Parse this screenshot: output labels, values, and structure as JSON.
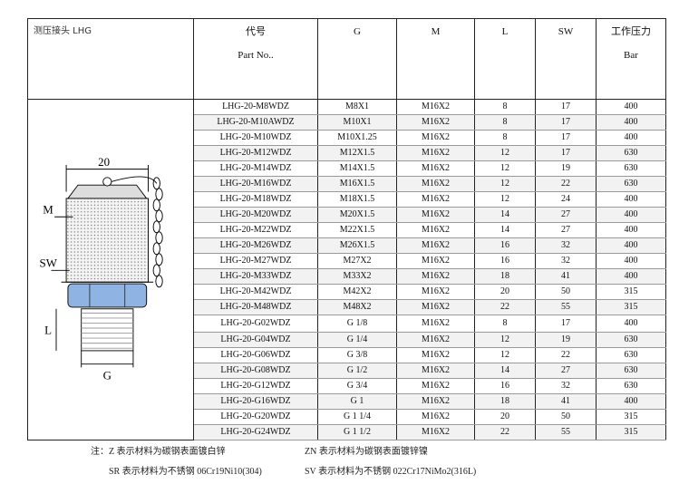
{
  "title": "测压接头 LHG",
  "headers": {
    "part_cn": "代号",
    "part_en": "Part No..",
    "g": "G",
    "m": "M",
    "l": "L",
    "sw": "SW",
    "pressure_cn": "工作压力",
    "pressure_unit": "Bar"
  },
  "drawing_labels": {
    "dim": "20",
    "m": "M",
    "sw": "SW",
    "l": "L",
    "g": "G"
  },
  "rows": [
    [
      "LHG-20-M8WDZ",
      "M8X1",
      "M16X2",
      "8",
      "17",
      "400"
    ],
    [
      "LHG-20-M10AWDZ",
      "M10X1",
      "M16X2",
      "8",
      "17",
      "400"
    ],
    [
      "LHG-20-M10WDZ",
      "M10X1.25",
      "M16X2",
      "8",
      "17",
      "400"
    ],
    [
      "LHG-20-M12WDZ",
      "M12X1.5",
      "M16X2",
      "12",
      "17",
      "630"
    ],
    [
      "LHG-20-M14WDZ",
      "M14X1.5",
      "M16X2",
      "12",
      "19",
      "630"
    ],
    [
      "LHG-20-M16WDZ",
      "M16X1.5",
      "M16X2",
      "12",
      "22",
      "630"
    ],
    [
      "LHG-20-M18WDZ",
      "M18X1.5",
      "M16X2",
      "12",
      "24",
      "400"
    ],
    [
      "LHG-20-M20WDZ",
      "M20X1.5",
      "M16X2",
      "14",
      "27",
      "400"
    ],
    [
      "LHG-20-M22WDZ",
      "M22X1.5",
      "M16X2",
      "14",
      "27",
      "400"
    ],
    [
      "LHG-20-M26WDZ",
      "M26X1.5",
      "M16X2",
      "16",
      "32",
      "400"
    ],
    [
      "LHG-20-M27WDZ",
      "M27X2",
      "M16X2",
      "16",
      "32",
      "400"
    ],
    [
      "LHG-20-M33WDZ",
      "M33X2",
      "M16X2",
      "18",
      "41",
      "400"
    ],
    [
      "LHG-20-M42WDZ",
      "M42X2",
      "M16X2",
      "20",
      "50",
      "315"
    ],
    [
      "LHG-20-M48WDZ",
      "M48X2",
      "M16X2",
      "22",
      "55",
      "315"
    ],
    [
      "LHG-20-G02WDZ",
      "G 1/8",
      "M16X2",
      "8",
      "17",
      "400"
    ],
    [
      "LHG-20-G04WDZ",
      "G 1/4",
      "M16X2",
      "12",
      "19",
      "630"
    ],
    [
      "LHG-20-G06WDZ",
      "G 3/8",
      "M16X2",
      "12",
      "22",
      "630"
    ],
    [
      "LHG-20-G08WDZ",
      "G 1/2",
      "M16X2",
      "14",
      "27",
      "630"
    ],
    [
      "LHG-20-G12WDZ",
      "G 3/4",
      "M16X2",
      "16",
      "32",
      "630"
    ],
    [
      "LHG-20-G16WDZ",
      "G 1",
      "M16X2",
      "18",
      "41",
      "400"
    ],
    [
      "LHG-20-G20WDZ",
      "G 1 1/4",
      "M16X2",
      "20",
      "50",
      "315"
    ],
    [
      "LHG-20-G24WDZ",
      "G 1 1/2",
      "M16X2",
      "22",
      "55",
      "315"
    ]
  ],
  "notes": {
    "z": "注：Z 表示材料为碳钢表面镀白锌",
    "zn": "ZN 表示材料为碳钢表面镀锌镍",
    "sr": "SR 表示材料为不锈钢 06Cr19Ni10(304)",
    "sv": "SV 表示材料为不锈钢 022Cr17NiMo2(316L)"
  },
  "colors": {
    "hex_fill": "#8fb4e3",
    "row_alt": "#f2f2f2"
  }
}
